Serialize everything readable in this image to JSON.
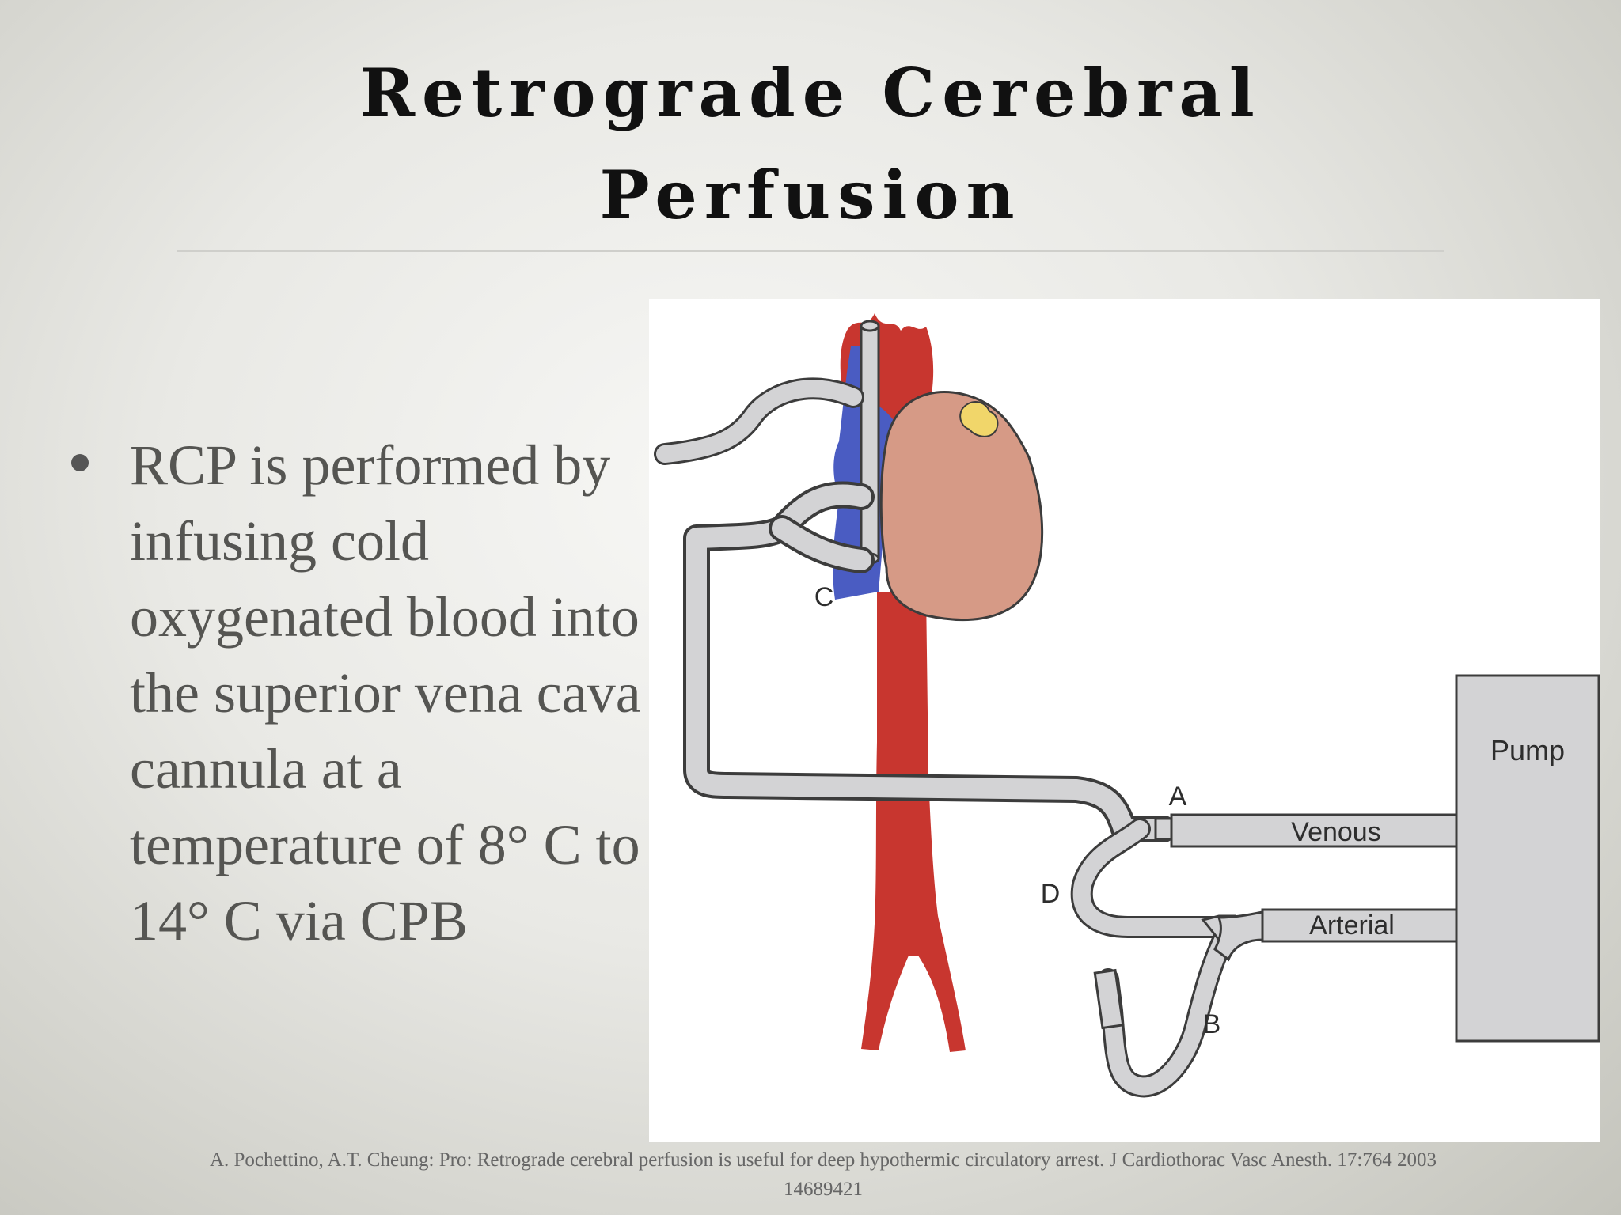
{
  "slide": {
    "title_line1": "Retrograde Cerebral",
    "title_line2": "Perfusion",
    "bullet": "RCP is performed by infusing cold oxygenated blood into the superior vena cava cannula at a temperature of 8° C to 14° C via CPB",
    "citation_line1": "A. Pochettino, A.T. Cheung: Pro: Retrograde cerebral perfusion is useful for deep hypothermic circulatory arrest. J Cardiothorac Vasc Anesth. 17:764 2003",
    "citation_line2": "14689421"
  },
  "diagram": {
    "labels": {
      "pump": "Pump",
      "venous": "Venous",
      "arterial": "Arterial",
      "a": "A",
      "b": "B",
      "c": "C",
      "d": "D"
    },
    "colors": {
      "artery": "#c8362f",
      "vein": "#4a5cc2",
      "heart": "#d69a86",
      "fat": "#f1d66a",
      "tubing": "#d3d3d5",
      "outline": "#3c3c3c"
    }
  }
}
